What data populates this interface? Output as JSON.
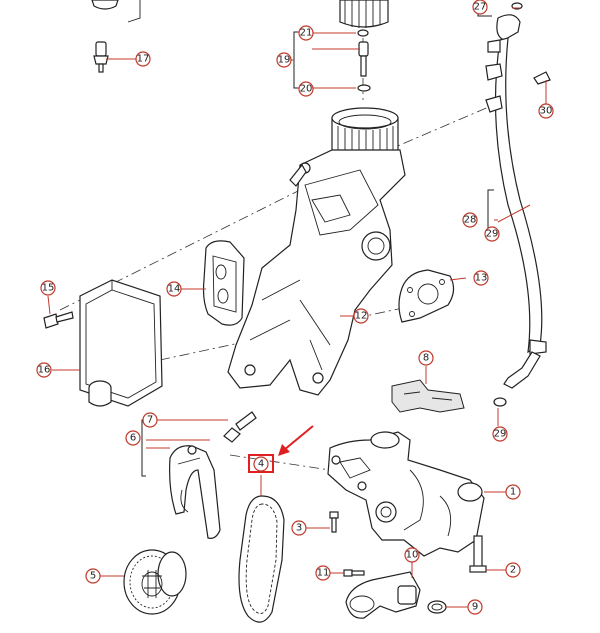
{
  "callouts": {
    "c1": "1",
    "c2": "2",
    "c3": "3",
    "c4": "4",
    "c5": "5",
    "c6": "6",
    "c7": "7",
    "c8": "8",
    "c9": "9",
    "c10": "10",
    "c11": "11",
    "c12": "12",
    "c13": "13",
    "c14": "14",
    "c15": "15",
    "c16": "16",
    "c17": "17",
    "c19": "19",
    "c20": "20",
    "c21": "21",
    "c27": "27",
    "c28": "28",
    "c29a": "29",
    "c29b": "29",
    "c30": "30"
  },
  "colors": {
    "callout": "#c0392b",
    "highlight": "#e02020",
    "line": "#222222"
  }
}
